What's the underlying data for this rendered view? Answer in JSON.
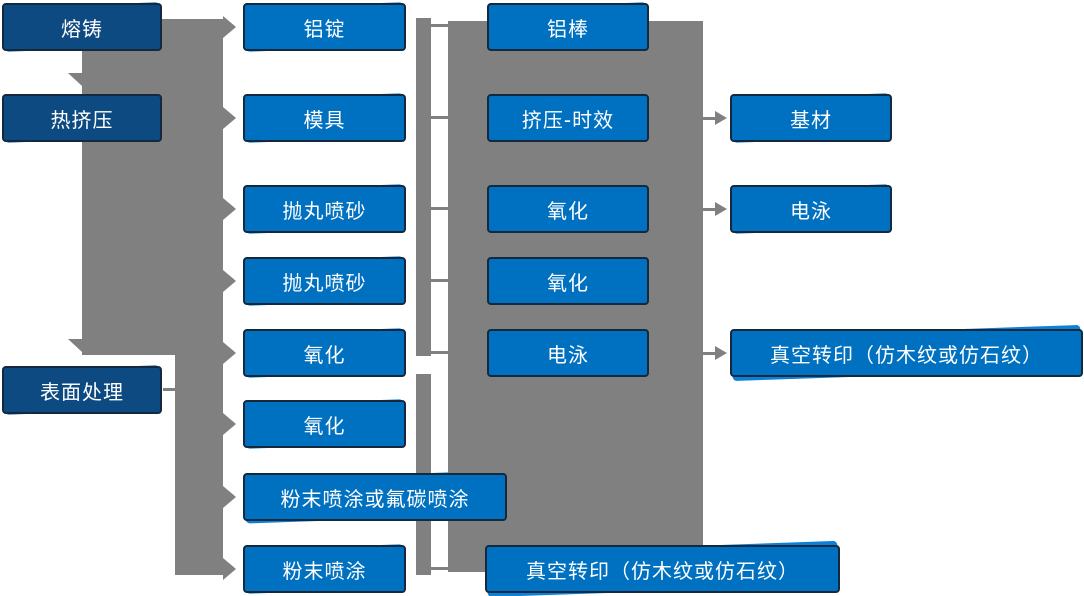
{
  "diagram": {
    "type": "flowchart",
    "description": "Aluminum profile production process flow",
    "direction": "left-to-right"
  },
  "colors": {
    "stage_fill": "#0d4a82",
    "step_fill": "#0070c0",
    "box_border": "#14293e",
    "connector_gray": "#808080",
    "text_color": "#ffffff",
    "bg_color": "#ffffff"
  },
  "columns": [
    {
      "name": "process-stages",
      "items": [
        {
          "label": "熔铸"
        },
        {
          "label": "热挤压"
        },
        {
          "label": "表面处理"
        }
      ]
    },
    {
      "name": "preparation-steps",
      "items": [
        {
          "label": "铝锭"
        },
        {
          "label": "模具"
        },
        {
          "label": "抛丸喷砂"
        },
        {
          "label": "抛丸喷砂"
        },
        {
          "label": "氧化"
        },
        {
          "label": "氧化"
        },
        {
          "label": "粉末喷涂或氟碳喷涂"
        },
        {
          "label": "粉末喷涂"
        }
      ]
    },
    {
      "name": "processing-steps",
      "items": [
        {
          "label": "铝棒"
        },
        {
          "label": "挤压-时效"
        },
        {
          "label": "氧化"
        },
        {
          "label": "氧化"
        },
        {
          "label": "电泳"
        },
        {
          "label": "真空转印（仿木纹或仿石纹）"
        }
      ]
    },
    {
      "name": "output-products",
      "items": [
        {
          "label": "基材"
        },
        {
          "label": "电泳"
        },
        {
          "label": "真空转印（仿木纹或仿石纹）"
        }
      ]
    }
  ],
  "connections": {
    "down_arrows": [
      "熔铸→热挤压",
      "热挤压→表面处理"
    ],
    "bus_left": "熔铸/热挤压 → 铝锭/模具/抛丸喷砂/抛丸喷砂/氧化",
    "bus_surface": "表面处理 → 氧化/氧化/粉末喷涂或氟碳喷涂/粉末喷涂",
    "bus_right": "panel → 基材/电泳/真空转印（仿木纹或仿石纹）"
  }
}
